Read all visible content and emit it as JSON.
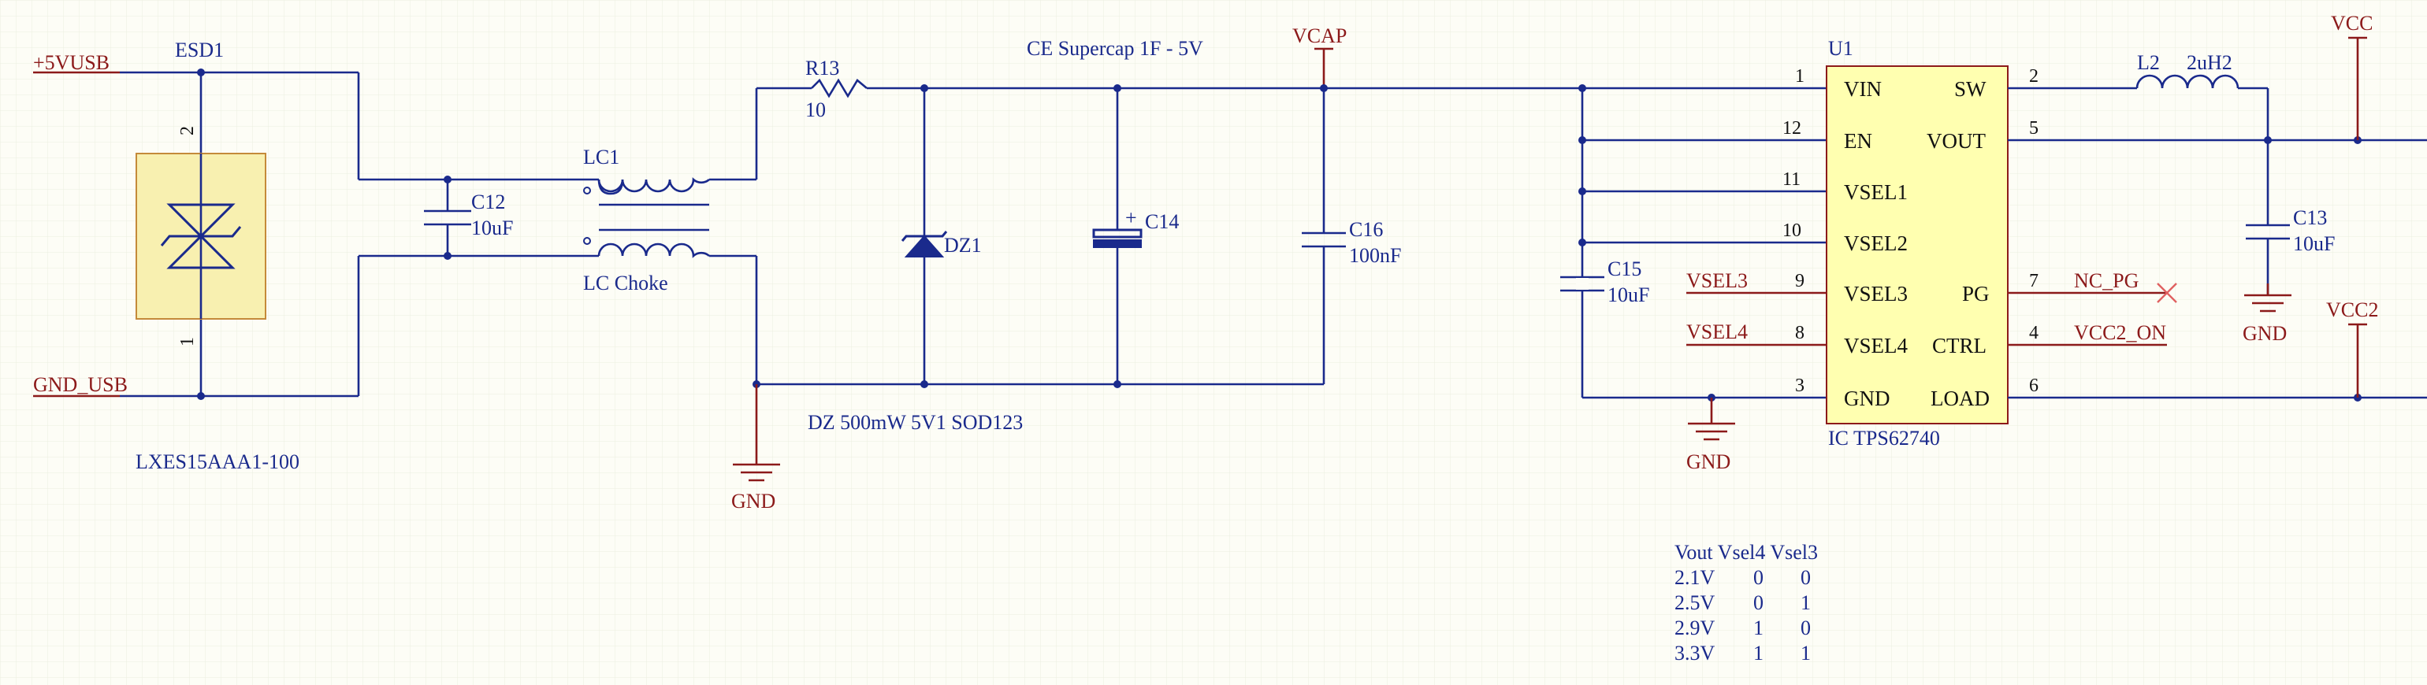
{
  "colors": {
    "background": "#fdfdf6",
    "grid": "#eceee0",
    "wire": "#1a2a8c",
    "net_label": "#8c1a1a",
    "ic_fill": "#ffffb0",
    "ic_border": "#8c1a1a",
    "esd_fill": "#f8f0b0",
    "esd_border": "#c48a3a"
  },
  "nets": {
    "vusb": "+5VUSB",
    "gnd_usb": "GND_USB",
    "vcap": "VCAP",
    "vcc": "VCC",
    "vcc2": "VCC2",
    "vsel3": "VSEL3",
    "vsel4": "VSEL4",
    "nc_pg": "NC_PG",
    "vcc2_on": "VCC2_ON",
    "gnd": "GND"
  },
  "components": {
    "esd1": {
      "ref": "ESD1",
      "part": "LXES15AAA1-100",
      "pin_top": "2",
      "pin_bottom": "1"
    },
    "c12": {
      "ref": "C12",
      "value": "10uF"
    },
    "lc1": {
      "ref": "LC1",
      "value": "LC Choke"
    },
    "r13": {
      "ref": "R13",
      "value": "10"
    },
    "dz1": {
      "ref": "DZ1",
      "value": "DZ 500mW 5V1 SOD123"
    },
    "c14": {
      "ref": "C14",
      "plus": "+"
    },
    "c16": {
      "ref": "C16",
      "value": "100nF"
    },
    "supercap_note": "CE Supercap 1F - 5V",
    "c15": {
      "ref": "C15",
      "value": "10uF"
    },
    "u1": {
      "ref": "U1",
      "part": "IC TPS62740",
      "left_pins": [
        {
          "num": "1",
          "name": "VIN"
        },
        {
          "num": "12",
          "name": "EN"
        },
        {
          "num": "11",
          "name": "VSEL1"
        },
        {
          "num": "10",
          "name": "VSEL2"
        },
        {
          "num": "9",
          "name": "VSEL3"
        },
        {
          "num": "8",
          "name": "VSEL4"
        },
        {
          "num": "3",
          "name": "GND"
        }
      ],
      "right_pins": [
        {
          "num": "2",
          "name": "SW"
        },
        {
          "num": "5",
          "name": "VOUT"
        },
        {
          "num": "7",
          "name": "PG"
        },
        {
          "num": "4",
          "name": "CTRL"
        },
        {
          "num": "6",
          "name": "LOAD"
        }
      ]
    },
    "l2": {
      "ref": "L2",
      "value": "2uH2"
    },
    "c13": {
      "ref": "C13",
      "value": "10uF"
    }
  },
  "vsel_table": {
    "header": "Vout Vsel4 Vsel3",
    "rows": [
      {
        "vout": "2.1V",
        "vsel4": "0",
        "vsel3": "0"
      },
      {
        "vout": "2.5V",
        "vsel4": "0",
        "vsel3": "1"
      },
      {
        "vout": "2.9V",
        "vsel4": "1",
        "vsel3": "0"
      },
      {
        "vout": "3.3V",
        "vsel4": "1",
        "vsel3": "1"
      }
    ]
  }
}
